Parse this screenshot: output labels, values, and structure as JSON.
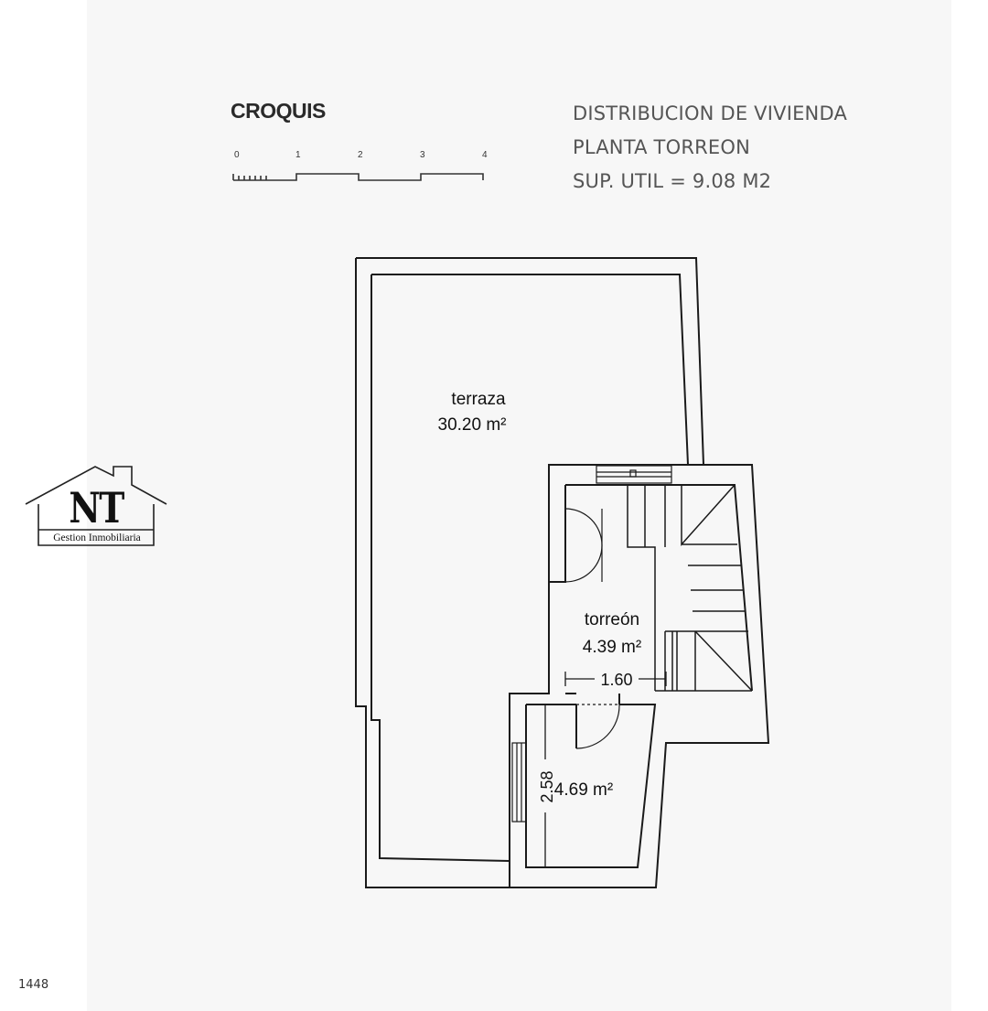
{
  "header": {
    "croquis": "CROQUIS",
    "lines": [
      "DISTRIBUCION DE VIVIENDA",
      "PLANTA  TORREON",
      "SUP. UTIL =  9.08  M2"
    ]
  },
  "scale_bar": {
    "labels": [
      "0",
      "1",
      "2",
      "3",
      "4"
    ]
  },
  "rooms": {
    "terraza": {
      "name": "terraza",
      "area": "30.20 m²"
    },
    "torreon": {
      "name": "torreón",
      "area": "4.39 m²"
    },
    "small_room": {
      "area": "4.69 m²"
    }
  },
  "dimensions": {
    "width": "1.60",
    "height": "2.58"
  },
  "logo": {
    "letters": "NT",
    "subtitle": "Gestion Inmobiliaria"
  },
  "page_number": "1448"
}
